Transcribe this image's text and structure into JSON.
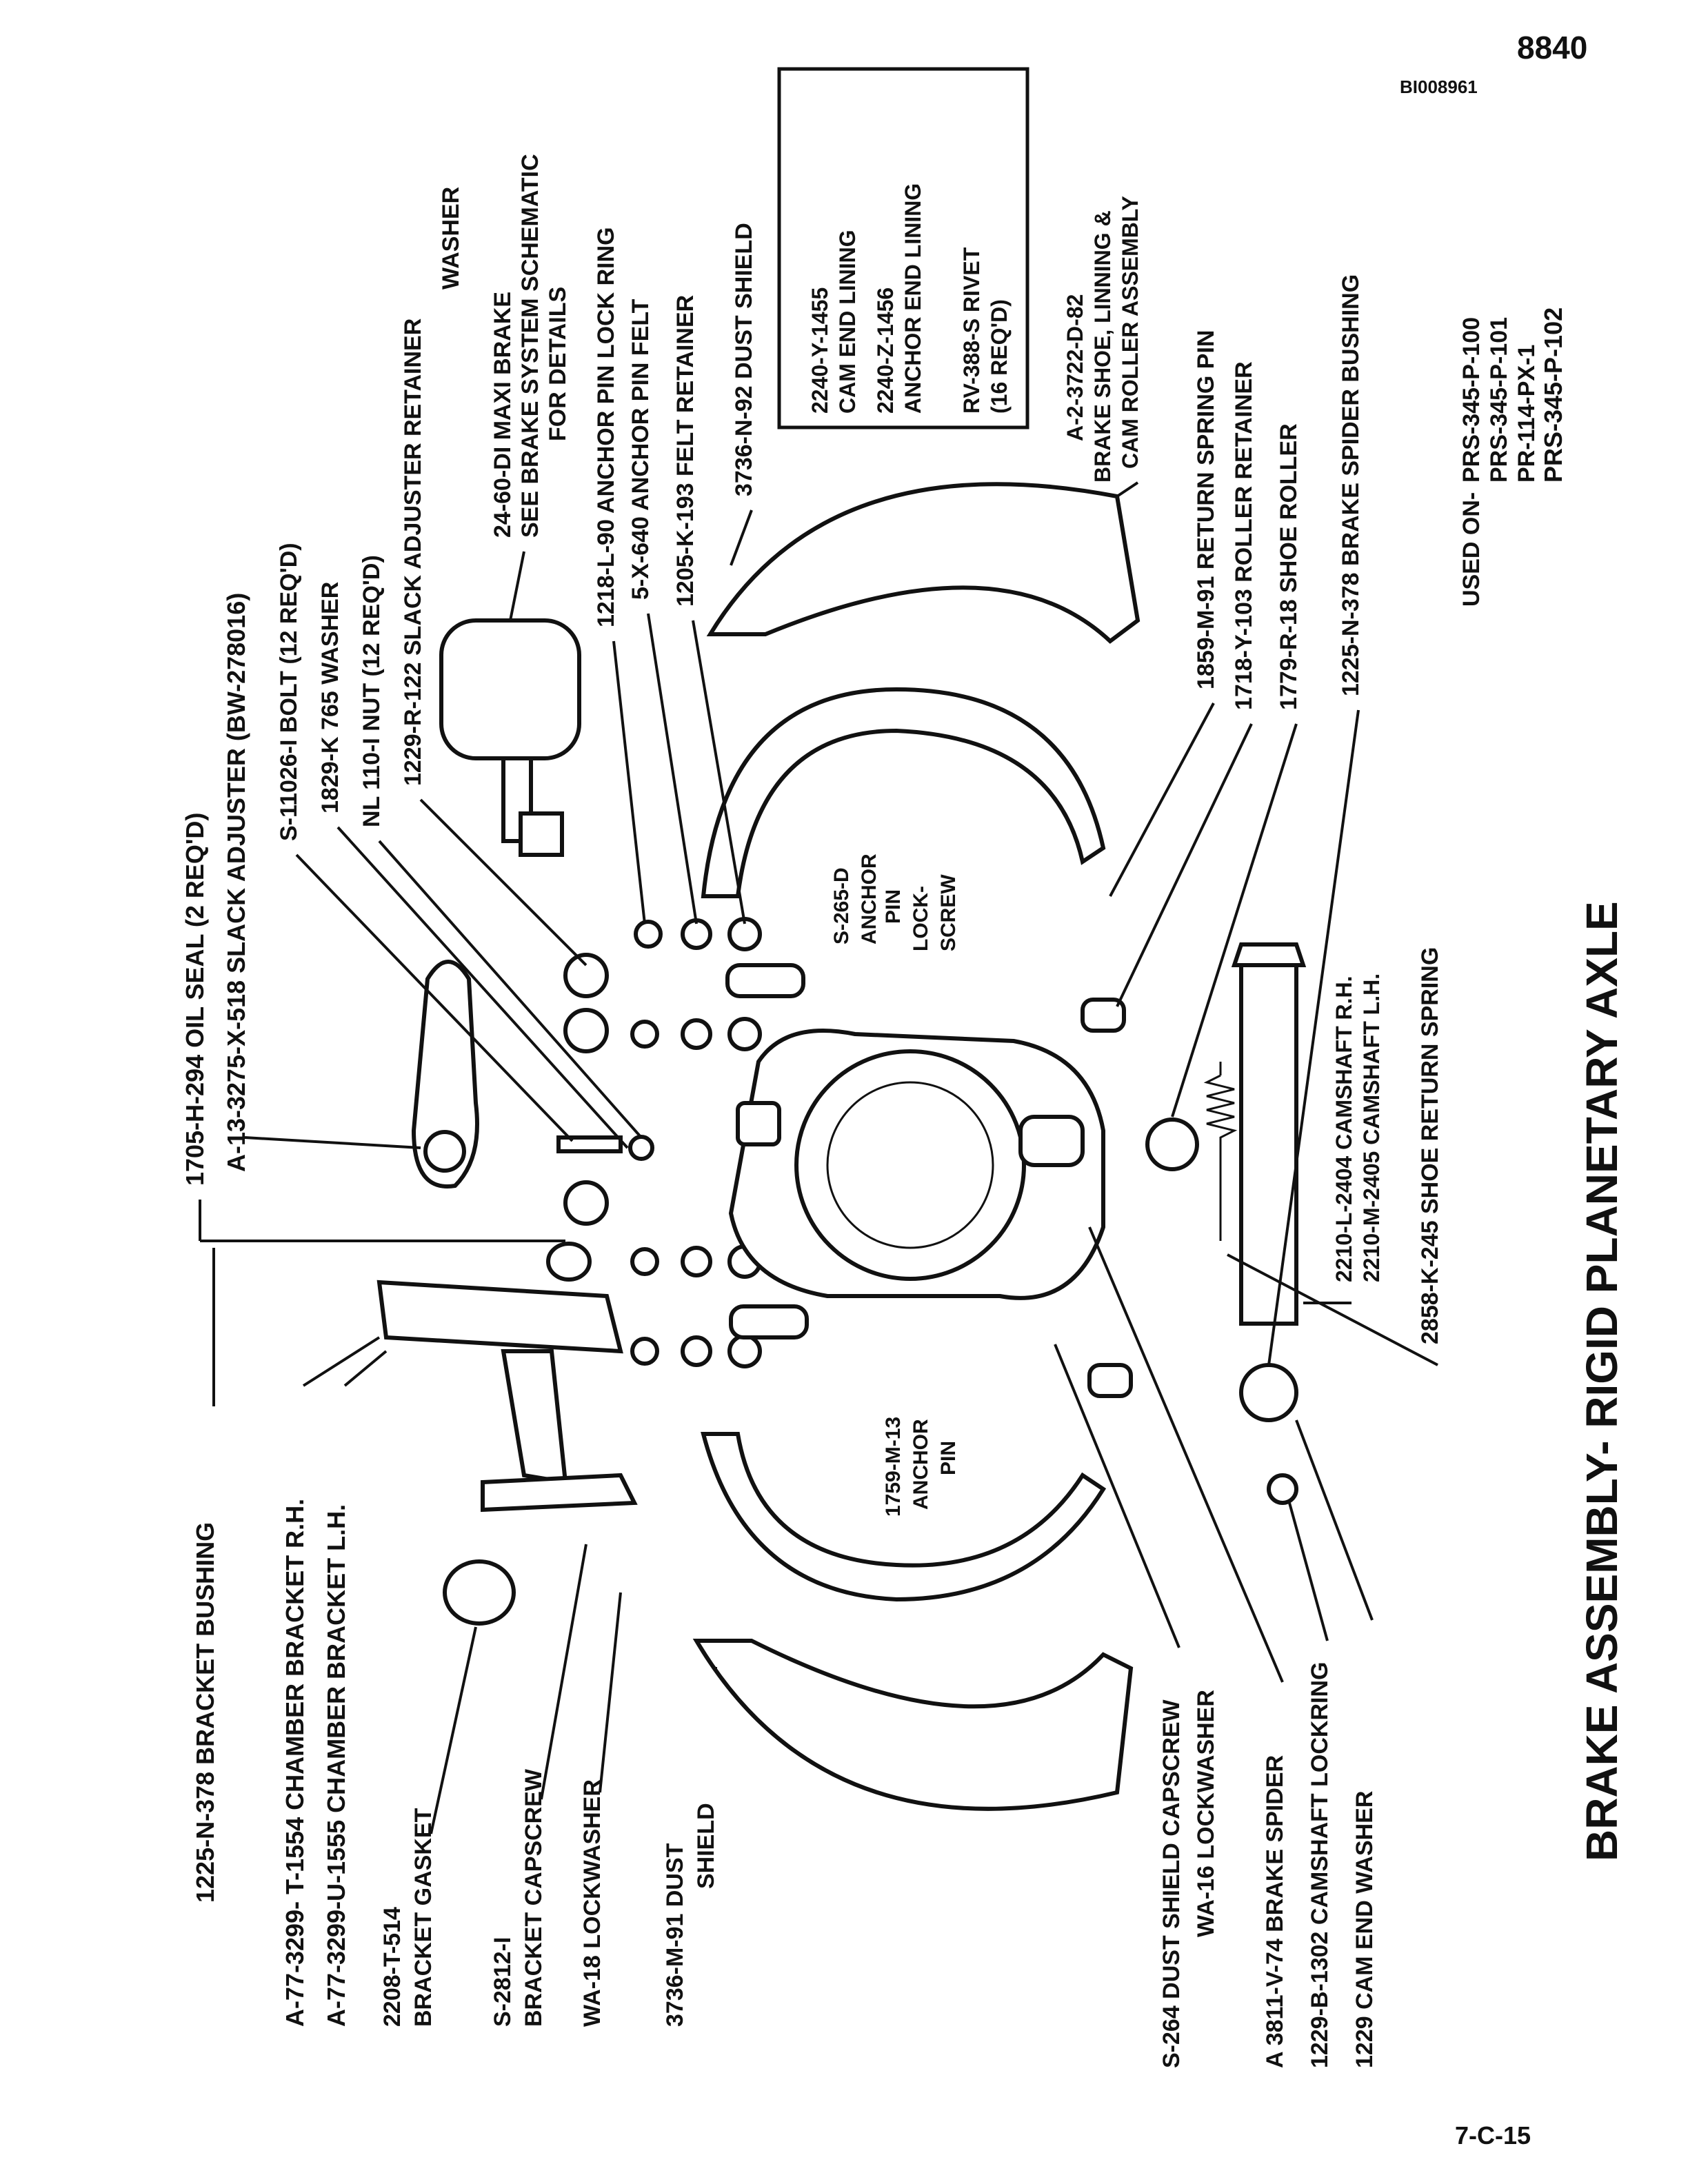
{
  "page_number": "8840",
  "doc_id": "BI008961",
  "footer_code": "7-C-15",
  "title": "BRAKE ASSEMBLY- RIGID PLANETARY AXLE",
  "used_on": {
    "label": "USED ON-",
    "models": [
      "PRS-345-P-100",
      "PRS-345-P-101",
      "PR-114-PX-1",
      "PRS-345-P-102"
    ]
  },
  "lining_box": {
    "lines": [
      "2240-Y-1455",
      "CAM END LINING",
      "2240-Z-1456",
      "ANCHOR END LINING",
      "RV-388-S  RIVET",
      "(16 REQ'D)"
    ]
  },
  "top_labels": [
    "1705-H-294  OIL  SEAL  (2 REQ'D)",
    "A-13-3275-X-518  SLACK  ADJUSTER  (BW-278016)",
    "S-11026-I  BOLT  (12 REQ'D)",
    "1829-K 765  WASHER",
    "NL  110-I NUT  (12 REQ'D)",
    "1229-R-122  SLACK ADJUSTER   RETAINER",
    "WASHER",
    "24-60-DI  MAXI  BRAKE",
    "SEE  BRAKE  SYSTEM  SCHEMATIC",
    "FOR  DETAILS",
    "1218-L-90  ANCHOR  PIN  LOCK  RING",
    "5-X-640   ANCHOR  PIN  FELT",
    "1205-K-193   FELT  RETAINER",
    "3736-N-92  DUST  SHIELD",
    "A-2-3722-D-82",
    "BRAKE  SHOE,  LINNING &",
    "CAM  ROLLER  ASSEMBLY",
    "1859-M-91  RETURN  SPRING  PIN",
    "1718-Y-103   ROLLER   RETAINER",
    "1779-R-18   SHOE    ROLLER",
    "1225-N-378   BRAKE  SPIDER  BUSHING"
  ],
  "bottom_labels": [
    "1225-N-378  BRACKET   BUSHING",
    "A-77-3299- T-1554 CHAMBER  BRACKET  R.H.",
    "A-77-3299-U-1555 CHAMBER  BRACKET  L.H.",
    "2208-T-514",
    "BRACKET  GASKET",
    "S-2812-I",
    "BRACKET  CAPSCREW",
    "WA-18  LOCKWASHER",
    "3736-M-91  DUST",
    "SHIELD",
    "S-264  DUST  SHIELD   CAPSCREW",
    "WA-16   LOCKWASHER",
    "A  3811-V-74  BRAKE  SPIDER",
    "1229-B-1302  CAMSHAFT   LOCKRING",
    "1229   CAM  END   WASHER"
  ],
  "center_labels": {
    "lock_screw": [
      "S-265-D",
      "ANCHOR",
      "PIN",
      "LOCK-",
      "SCREW"
    ],
    "anchor_pin": [
      "1759-M-13",
      "ANCHOR",
      "PIN"
    ],
    "camshaft": [
      "2210-L-2404  CAMSHAFT  R.H.",
      "2210-M-2405  CAMSHAFT  L.H."
    ],
    "spring": "2858-K-245   SHOE   RETURN   SPRING"
  }
}
